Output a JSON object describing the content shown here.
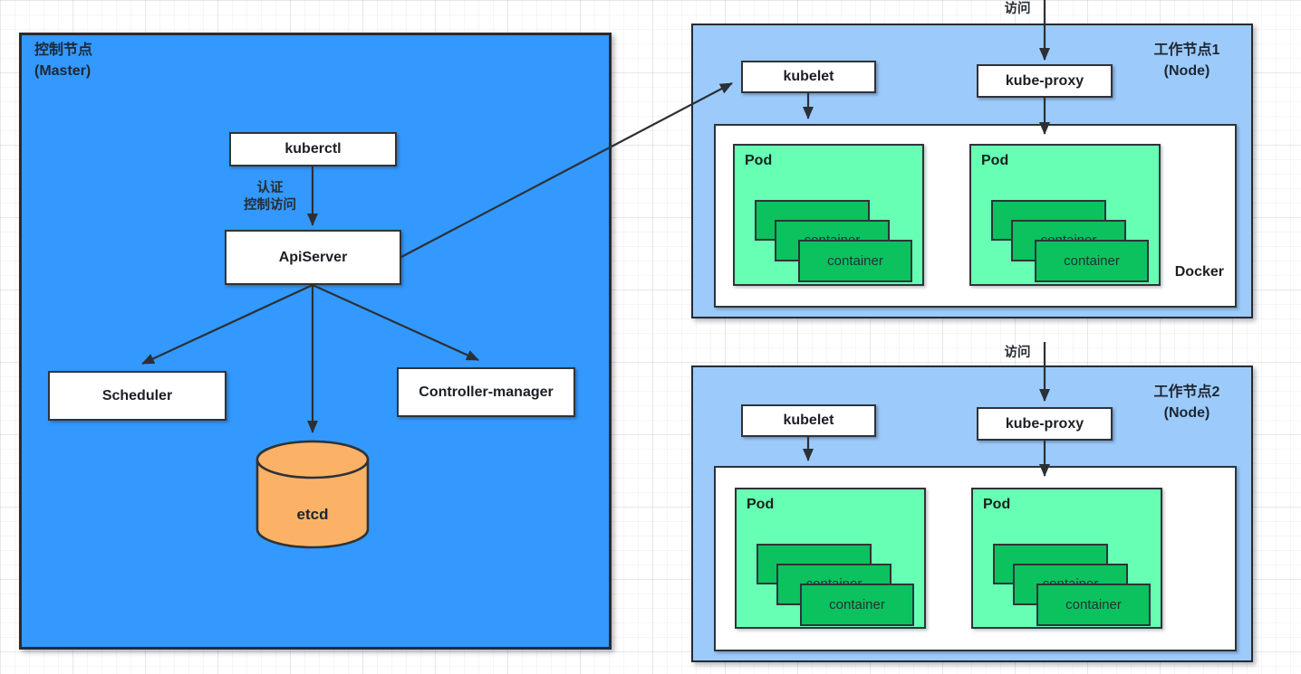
{
  "master": {
    "title": "控制节点",
    "subtitle": "(Master)",
    "kuberctl_label": "kuberctl",
    "auth_line1": "认证",
    "auth_line2": "控制访问",
    "apiserver_label": "ApiServer",
    "scheduler_label": "Scheduler",
    "controller_manager_label": "Controller-manager",
    "etcd_label": "etcd"
  },
  "node1": {
    "title": "工作节点1",
    "subtitle": "(Node)",
    "visit_label": "访问",
    "kubelet_label": "kubelet",
    "kube_proxy_label": "kube-proxy",
    "docker_label": "Docker",
    "pod_label": "Pod",
    "container_label": "container"
  },
  "node2": {
    "title": "工作节点2",
    "subtitle": "(Node)",
    "visit_label": "访问",
    "kubelet_label": "kubelet",
    "kube_proxy_label": "kube-proxy",
    "pod_label": "Pod",
    "container_label": "container"
  },
  "colors": {
    "master_fill": "#3399FE",
    "node_fill": "#9CCBFB",
    "pod_fill": "#66FFB3",
    "container_fill": "#0BC25F",
    "etcd_fill": "#FCB266",
    "line": "#2B3036"
  }
}
